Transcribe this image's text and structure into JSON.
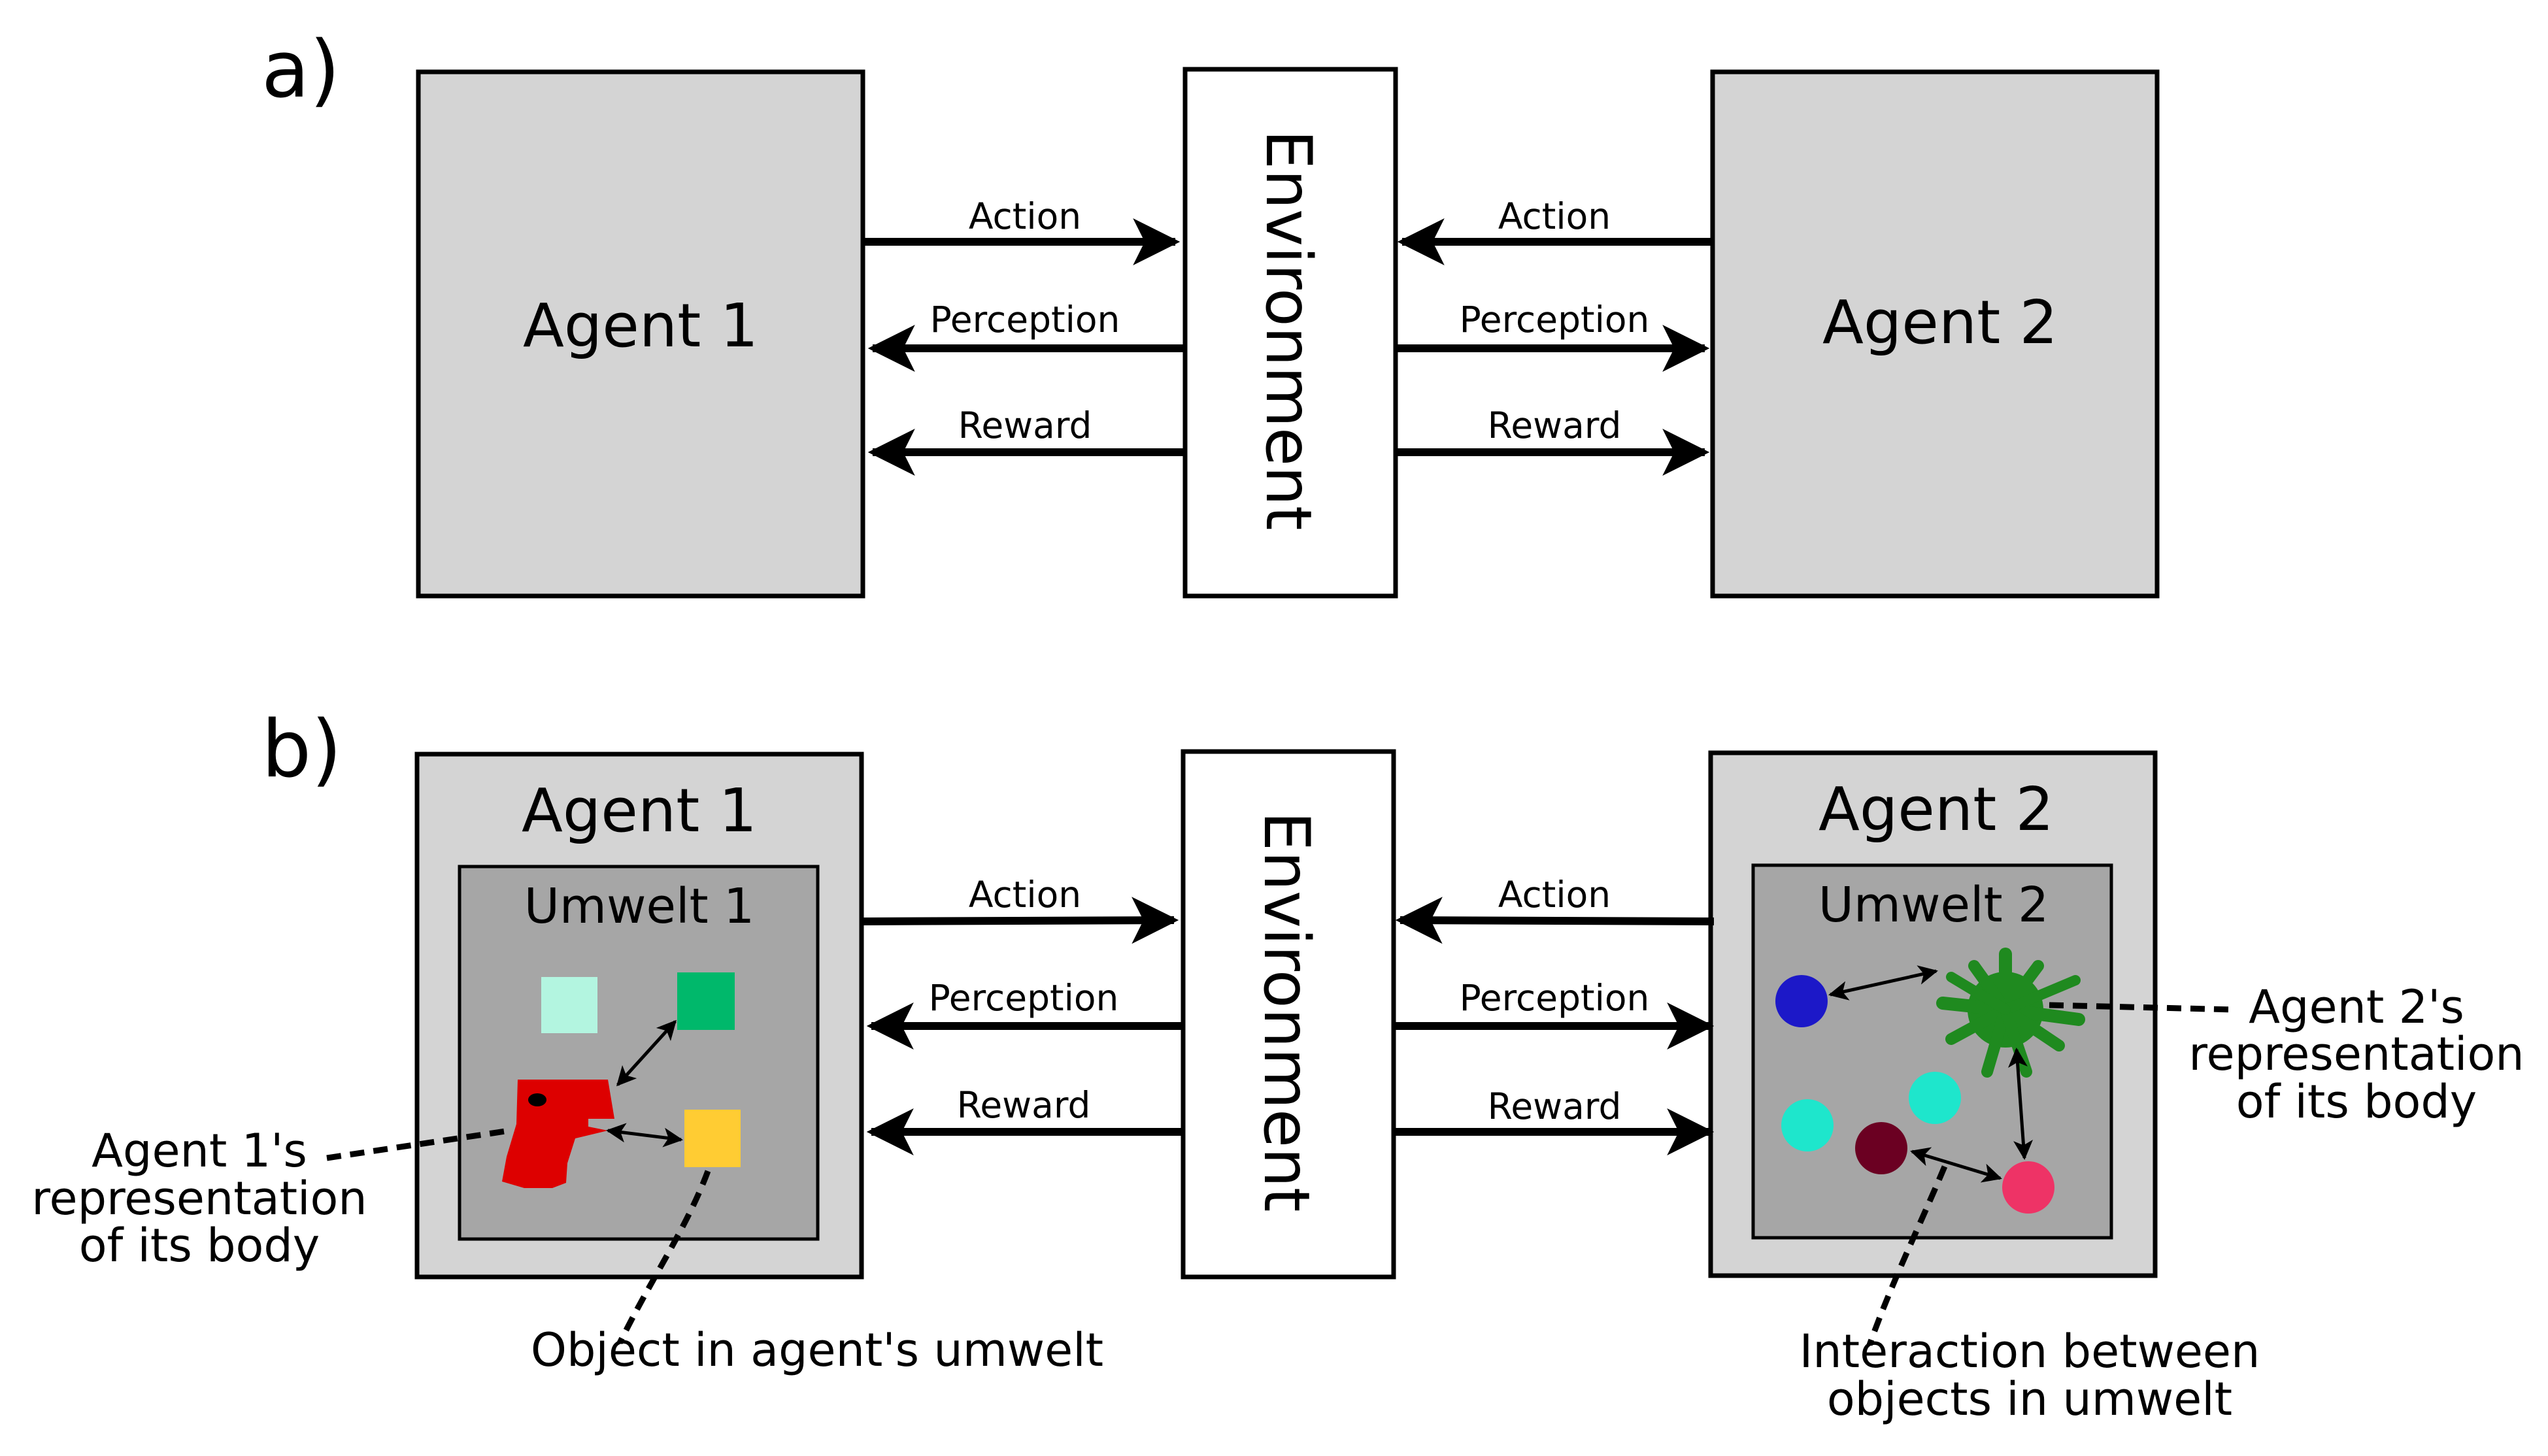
{
  "panels": {
    "a": {
      "letter": "a)",
      "agent1": "Agent 1",
      "agent2": "Agent 2",
      "environment": "Environment",
      "arrows": {
        "action": "Action",
        "perception": "Perception",
        "reward": "Reward"
      }
    },
    "b": {
      "letter": "b)",
      "agent1": "Agent 1",
      "agent2": "Agent 2",
      "umwelt1": "Umwelt 1",
      "umwelt2": "Umwelt 2",
      "environment": "Environment",
      "arrows": {
        "action": "Action",
        "perception": "Perception",
        "reward": "Reward"
      },
      "annotations": {
        "agent1_body": [
          "Agent 1's",
          "representation",
          "of its body"
        ],
        "agent2_body": [
          "Agent 2's",
          "representation",
          "of its body"
        ],
        "object": "Object in agent's umwelt",
        "interaction": [
          "Interaction between",
          "objects in umwelt"
        ]
      }
    }
  },
  "colors": {
    "agent_fill": "#d4d4d4",
    "umwelt_fill": "#a6a6a6",
    "pale_green": "#b3f5e0",
    "green": "#00b86b",
    "yellow": "#ffcc33",
    "red": "#dd0000",
    "blue": "#1c18c8",
    "cyan": "#1ee6cc",
    "maroon": "#6b0022",
    "pink": "#ee3366",
    "dark_green": "#1f8a1f"
  }
}
